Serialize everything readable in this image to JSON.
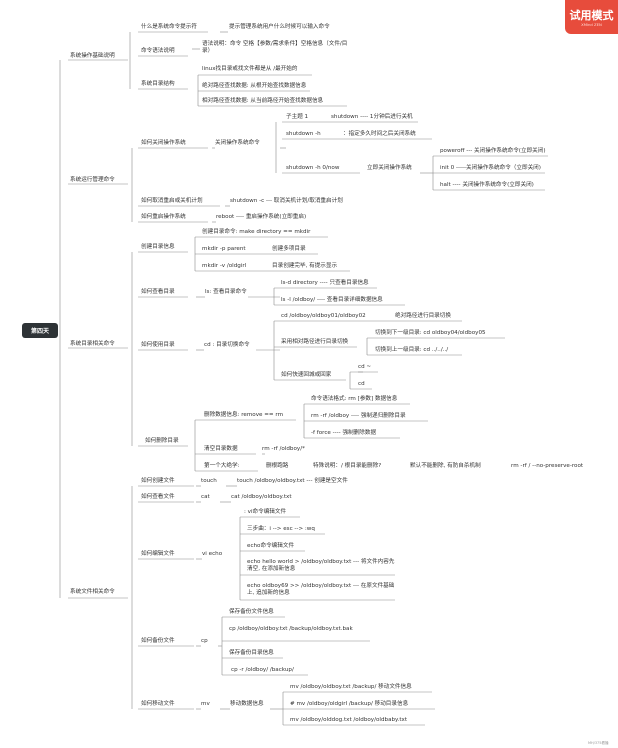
{
  "root": "第四天",
  "badge": {
    "title": "试用模式",
    "sub": "XMind ZEN"
  },
  "footer": "MH/375看播",
  "nodes": [
    {
      "id": "n_s1",
      "text": "系统操作基础说明"
    },
    {
      "id": "n_s1a",
      "text": "什么是系统命令提示符"
    },
    {
      "id": "n_s1a1",
      "text": "提示管理系统用户什么时候可以输入命令"
    },
    {
      "id": "n_s1b",
      "text": "命令语法说明"
    },
    {
      "id": "n_s1b1",
      "text": "语法说明：命令 空格【参数/需求条件】空格信息（文件/目录）"
    },
    {
      "id": "n_s1c",
      "text": "系统目录结构"
    },
    {
      "id": "n_s1c1",
      "text": "linux找目录或找文件都是从 /最开始的"
    },
    {
      "id": "n_s1c2",
      "text": "绝对路径查找数据: 从根开始查找数据信息"
    },
    {
      "id": "n_s1c3",
      "text": "相对路径查找数据: 从当前路径开始查找数据信息"
    },
    {
      "id": "n_s2",
      "text": "系统运行管理命令"
    },
    {
      "id": "n_s2a",
      "text": "如何关闭操作系统"
    },
    {
      "id": "n_s2a1",
      "text": "关闭操作系统命令"
    },
    {
      "id": "n_s2a1a",
      "text": "子主题 1"
    },
    {
      "id": "n_s2a1a_r",
      "text": "shutdown    ---- 1分钟后进行关机"
    },
    {
      "id": "n_s2a1b",
      "text": "shutdown -h"
    },
    {
      "id": "n_s2a1b_r",
      "text": "：指定多久时间之后关闭系统"
    },
    {
      "id": "n_s2a1c",
      "text": "shutdown -h  0/now"
    },
    {
      "id": "n_s2a1c1",
      "text": "立即关闭操作系统"
    },
    {
      "id": "n_s2a1c1a",
      "text": "poweroff    --- 关闭操作系统命令(立即关闭)"
    },
    {
      "id": "n_s2a1c1b",
      "text": "init 0      -----关闭操作系统命令（立即关闭)"
    },
    {
      "id": "n_s2a1c1c",
      "text": "halt      ---- 关闭操作系统命令(立即关闭)"
    },
    {
      "id": "n_s2b",
      "text": "如何取消重启或关机计划"
    },
    {
      "id": "n_s2b1",
      "text": "shutdown -c    --- 取消关机计划/取消重启计划"
    },
    {
      "id": "n_s2c",
      "text": "如何重启操作系统"
    },
    {
      "id": "n_s2c1",
      "text": "reboot      ---- 重启操作系统(立即重启)"
    },
    {
      "id": "n_s3",
      "text": "系统目录相关命令"
    },
    {
      "id": "n_s3a",
      "text": "创建目录信息"
    },
    {
      "id": "n_s3a1",
      "text": "创建目录命令: make directory == mkdir"
    },
    {
      "id": "n_s3a2",
      "text": "mkdir -p parent"
    },
    {
      "id": "n_s3a2_r",
      "text": "创建多项目录"
    },
    {
      "id": "n_s3a3",
      "text": "mkdir -v /oldgirl"
    },
    {
      "id": "n_s3a3_r",
      "text": "目录创建完毕, 有提示显示"
    },
    {
      "id": "n_s3b",
      "text": "如何查看目录"
    },
    {
      "id": "n_s3b1",
      "text": "ls:    查看目录命令"
    },
    {
      "id": "n_s3b1a",
      "text": "ls-d directory   ---- 只查看目录信息"
    },
    {
      "id": "n_s3b1b",
      "text": "ls -l /oldboy/     ---- 查看目录详细数据信息"
    },
    {
      "id": "n_s3c",
      "text": "如何使用目录"
    },
    {
      "id": "n_s3c1",
      "text": "cd :   目录切换命令"
    },
    {
      "id": "n_s3c1a",
      "text": "cd /oldboy/oldboy01/oldboy02"
    },
    {
      "id": "n_s3c1a_r",
      "text": "绝对路径进行目录切换"
    },
    {
      "id": "n_s3c1b",
      "text": "采用相对路径进行目录切换"
    },
    {
      "id": "n_s3c1b1",
      "text": "切换到下一级目录:  cd oldboy04/oldboy05"
    },
    {
      "id": "n_s3c1b2",
      "text": "切换到上一级目录:  cd ../../../"
    },
    {
      "id": "n_s3c1c",
      "text": "如何快速回城或回家"
    },
    {
      "id": "n_s3c1c1",
      "text": "cd  ~"
    },
    {
      "id": "n_s3c1c2",
      "text": "cd"
    },
    {
      "id": "n_s3d",
      "text": "如何删除目录"
    },
    {
      "id": "n_s3d1",
      "text": "删除数据信息: remove == rm"
    },
    {
      "id": "n_s3d1a",
      "text": "命令语法格式: rm [参数] 数据信息"
    },
    {
      "id": "n_s3d1b",
      "text": "rm -rf /oldboy    ---- 强制递归删除目录"
    },
    {
      "id": "n_s3d1c",
      "text": "-f force      ---- 强制删除数据"
    },
    {
      "id": "n_s3d2",
      "text": "清空目录数据"
    },
    {
      "id": "n_s3d2_r",
      "text": "rm -rf /oldboy/*"
    },
    {
      "id": "n_s3d3",
      "text": "第一个大绝学:"
    },
    {
      "id": "n_s3d3a",
      "text": "删根跑路"
    },
    {
      "id": "n_s3d3b",
      "text": "特殊说明：/ 根目录能删除?"
    },
    {
      "id": "n_s3d3c",
      "text": "默认不能删除, 有防自杀机制"
    },
    {
      "id": "n_s3d3d",
      "text": "rm -rf / --no-preserve-root"
    },
    {
      "id": "n_s4",
      "text": "系统文件相关命令"
    },
    {
      "id": "n_s4a",
      "text": "如何创建文件"
    },
    {
      "id": "n_s4a1",
      "text": "touch"
    },
    {
      "id": "n_s4a1_r",
      "text": "touch  /oldboy/oldboy.txt    --- 创建是空文件"
    },
    {
      "id": "n_s4b",
      "text": "如何查看文件"
    },
    {
      "id": "n_s4b1",
      "text": "cat"
    },
    {
      "id": "n_s4b1_r",
      "text": "cat /oldboy/oldboy.txt"
    },
    {
      "id": "n_s4c",
      "text": "如何编辑文件"
    },
    {
      "id": "n_s4c1",
      "text": "vi  echo"
    },
    {
      "id": "n_s4c1a",
      "text": ": vi命令编辑文件"
    },
    {
      "id": "n_s4c1b",
      "text": "三步曲：i --> esc --> :wq"
    },
    {
      "id": "n_s4c1c",
      "text": "echo命令编辑文件"
    },
    {
      "id": "n_s4c1d",
      "text": "echo hello world > /oldboy/oldboy.txt     --- 将文件内容先清空, 在添加新信息"
    },
    {
      "id": "n_s4c1e",
      "text": "echo oldboy69    >> /oldboy/oldboy.txt     --- 在原文件基础上, 追加新的信息"
    },
    {
      "id": "n_s4d",
      "text": "如何备份文件"
    },
    {
      "id": "n_s4d1",
      "text": "cp"
    },
    {
      "id": "n_s4d1a",
      "text": "保存备份文件信息"
    },
    {
      "id": "n_s4d1b",
      "text": "cp  /oldboy/oldboy.txt    /backup/oldboy.txt.bak"
    },
    {
      "id": "n_s4d1c",
      "text": "保存备份目录信息"
    },
    {
      "id": "n_s4d1d",
      "text": "cp -r /oldboy/  /backup/"
    },
    {
      "id": "n_s4e",
      "text": "如何移动文件"
    },
    {
      "id": "n_s4e1",
      "text": "mv"
    },
    {
      "id": "n_s4e1a",
      "text": "移动数据信息"
    },
    {
      "id": "n_s4e1a1",
      "text": "mv /oldboy/oldboy.txt /backup/ 移动文件信息"
    },
    {
      "id": "n_s4e1a2",
      "text": "# mv /oldboy/oldgirl /backup/    移动目录信息"
    },
    {
      "id": "n_s4e1a3",
      "text": "mv /oldboy/olddog.txt /oldboy/oldbaby.txt"
    }
  ]
}
